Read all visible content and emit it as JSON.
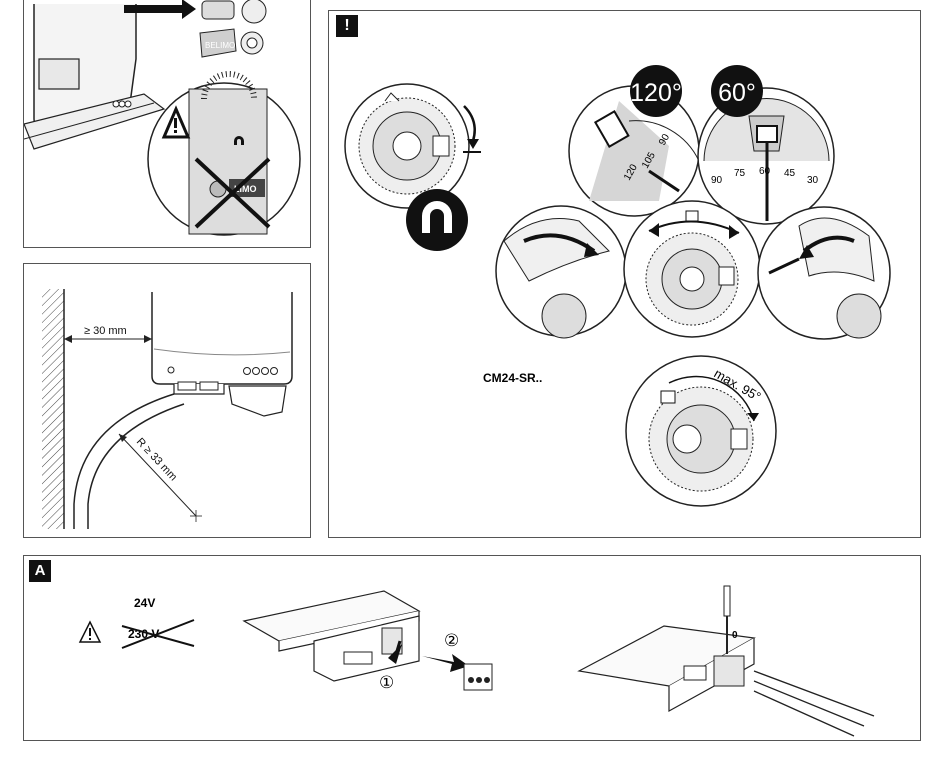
{
  "panel_top_left": {
    "logo_text": "BELIMO",
    "warning_logo_text": "LIMO"
  },
  "panel_clearance": {
    "clearance": "≥ 30 mm",
    "bend_radius": "R ≥ 33 mm"
  },
  "panel_notice": {
    "tag": "!",
    "badge_120": "120°",
    "badge_60": "60°",
    "scale_120": [
      "90",
      "105",
      "120"
    ],
    "scale_60": [
      "90",
      "75",
      "60",
      "45",
      "30"
    ],
    "model_label": "CM24-SR..",
    "max_label": "max. 95°"
  },
  "panel_a": {
    "tag": "A",
    "voltage_ok": "24V",
    "voltage_bad": "230 V",
    "step1": "①",
    "step2": "②",
    "zero_label": "0"
  }
}
